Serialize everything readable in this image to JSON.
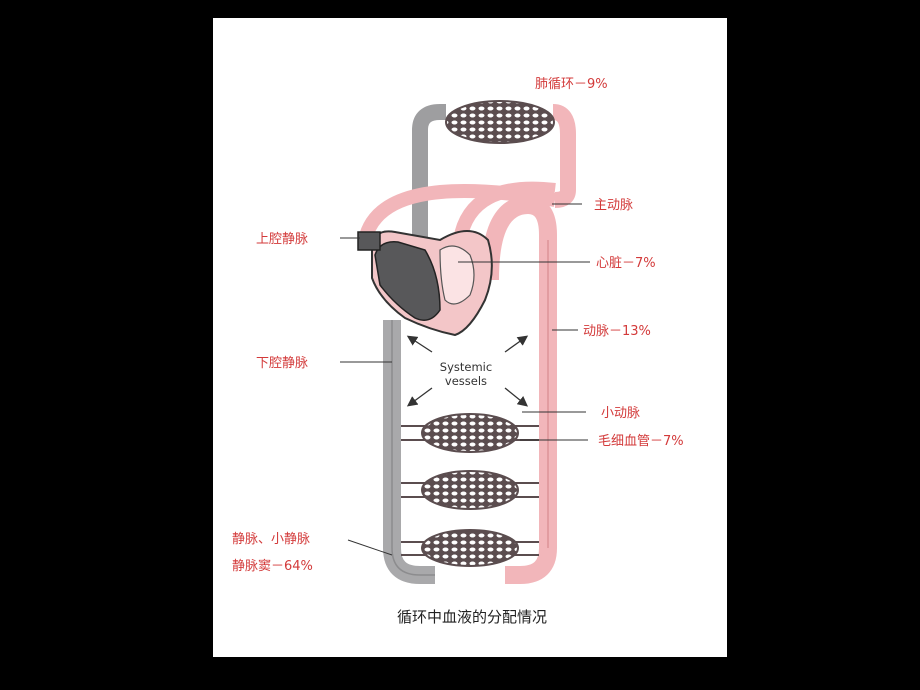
{
  "labels": {
    "pulmonary": "肺循环－9%",
    "aorta": "主动脉",
    "sup_vena_cava": "上腔静脉",
    "heart": "心脏－7%",
    "arteries": "动脉－13%",
    "inf_vena_cava": "下腔静脉",
    "arterioles": "小动脉",
    "capillaries": "毛细血管－7%",
    "veins": "静脉、小静脉",
    "sinuses": "静脉窦－64%"
  },
  "systemic": [
    "Systemic",
    "vessels"
  ],
  "caption": "循环中血液的分配情况",
  "colors": {
    "artery": "#f2b6ba",
    "vein": "#a9a9ab",
    "heart_left": "#f3c6c8",
    "heart_right": "#58585a",
    "label": "#d33a3a"
  }
}
